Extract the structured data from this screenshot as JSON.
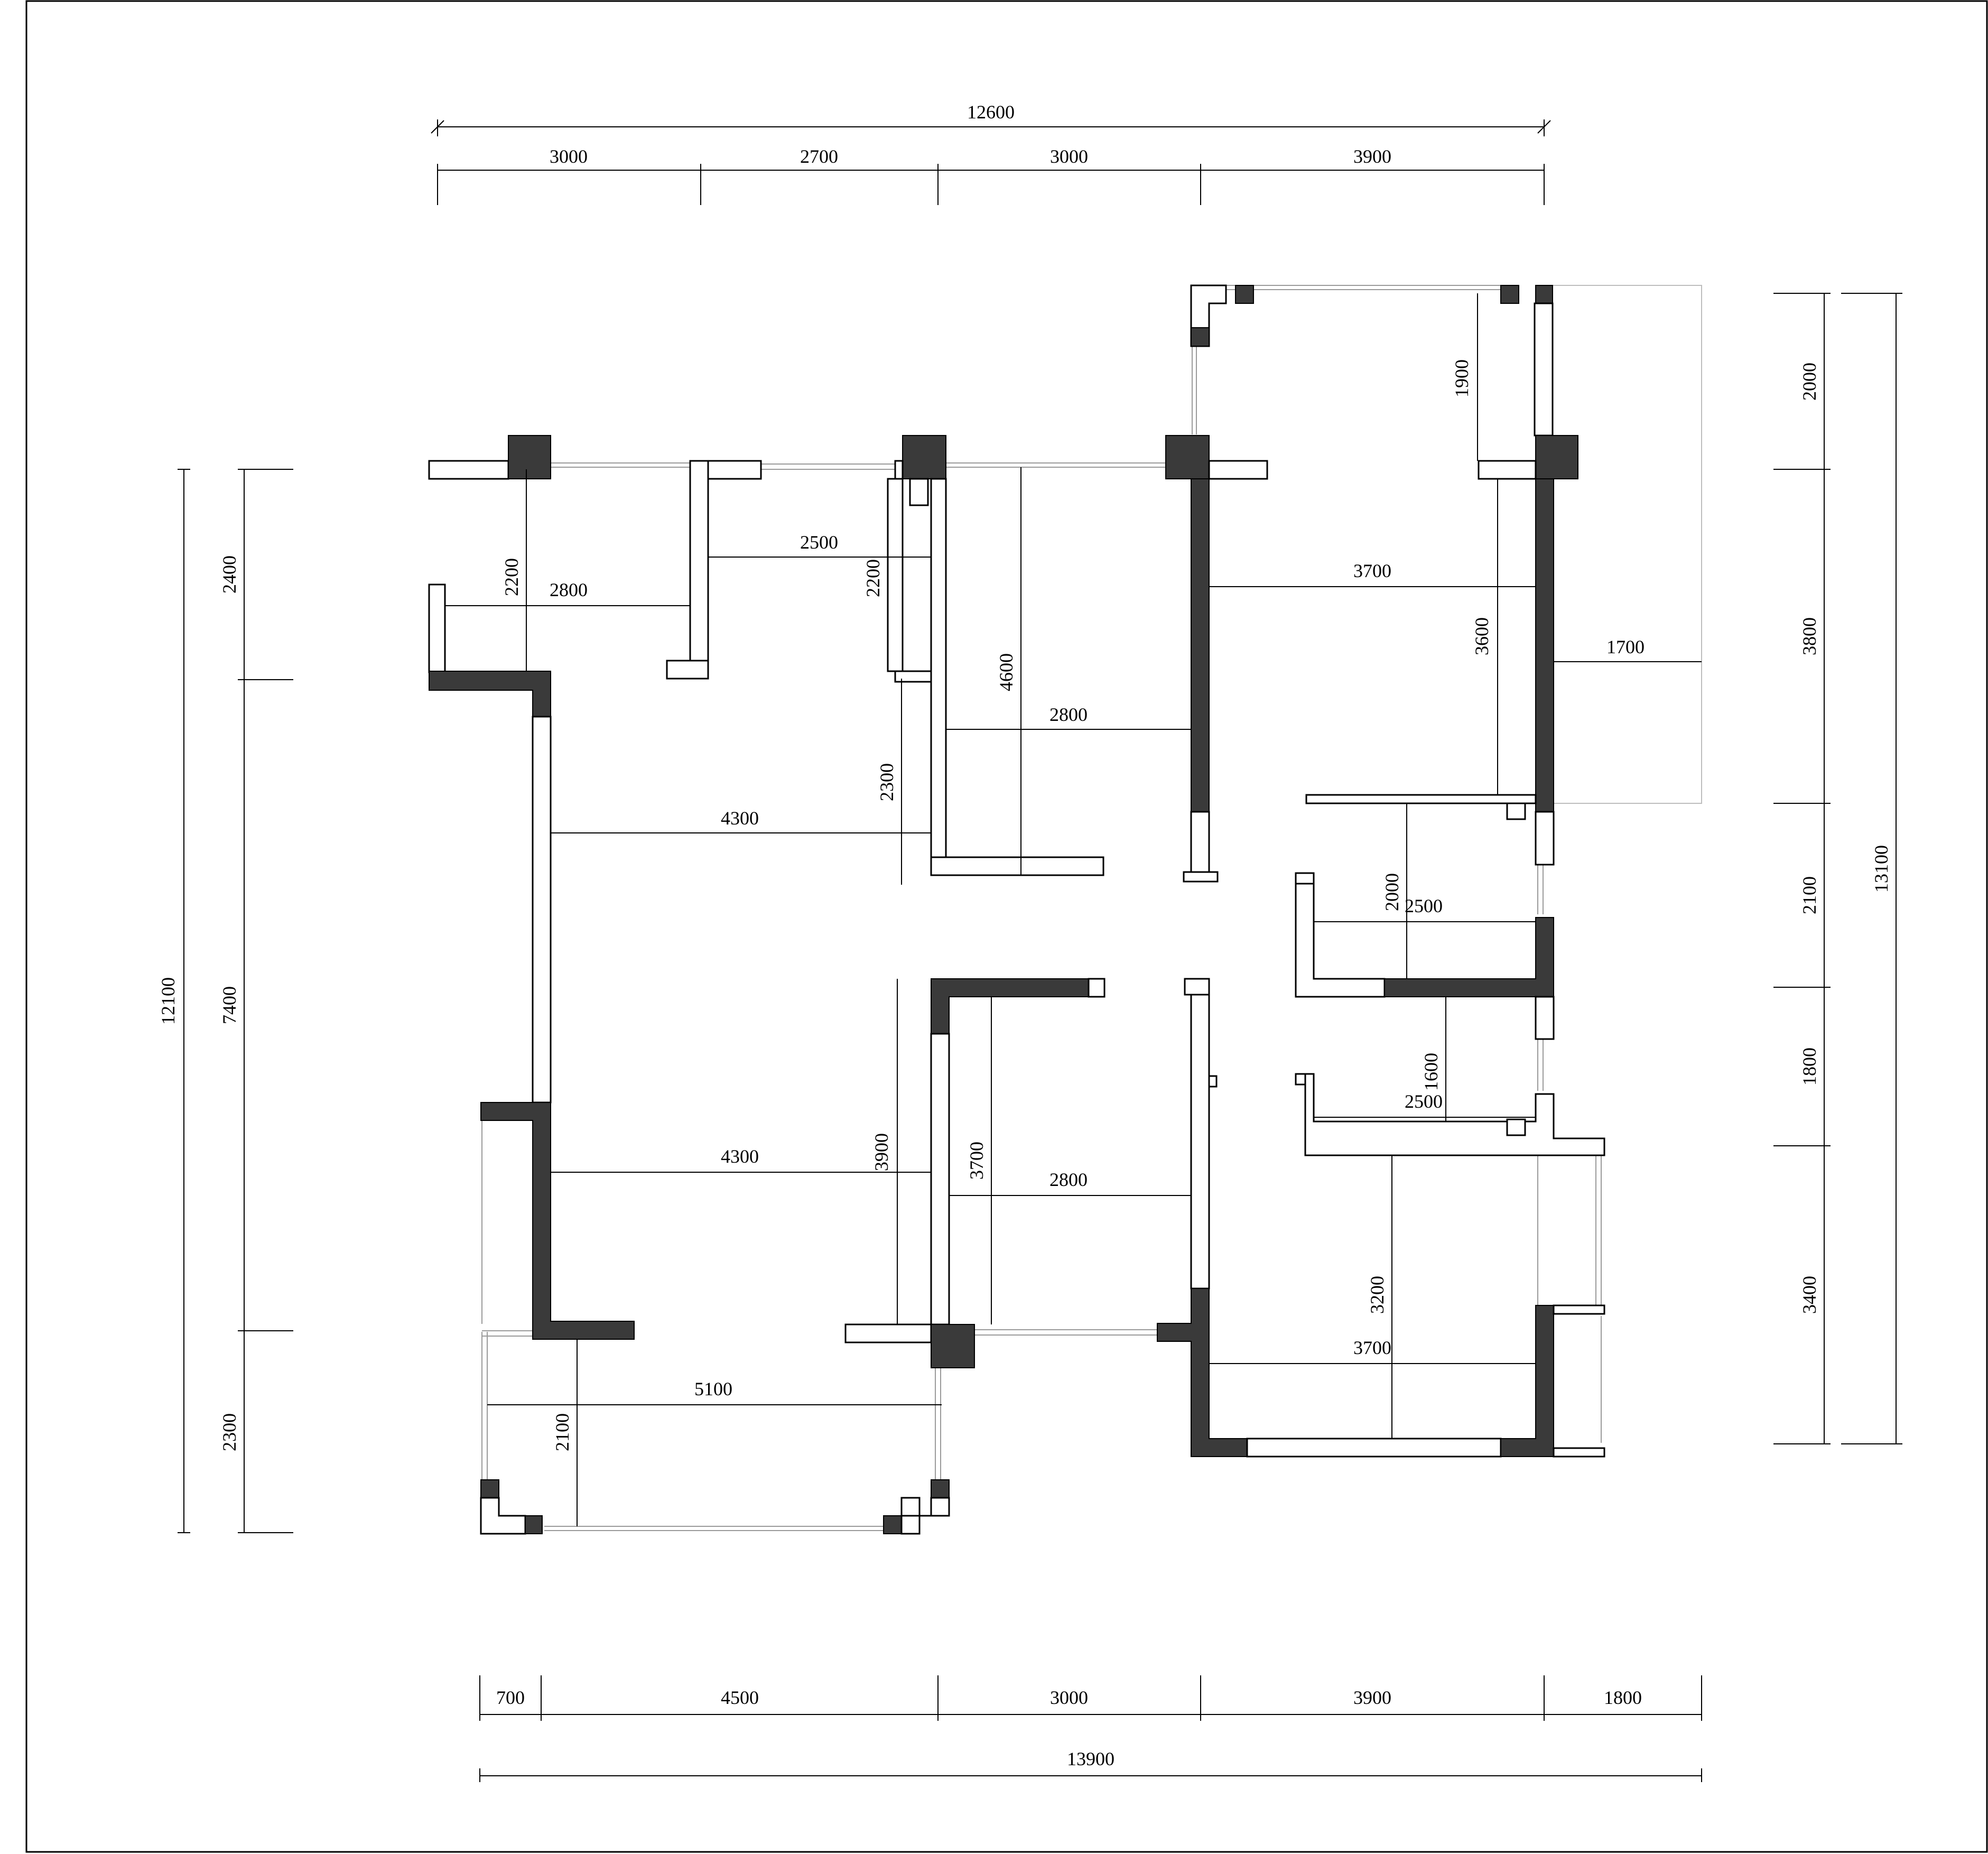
{
  "dimensions": {
    "top": {
      "total": "12600",
      "segments": [
        "3000",
        "2700",
        "3000",
        "3900"
      ]
    },
    "bottom": {
      "segments": [
        "700",
        "4500",
        "3000",
        "3900",
        "1800"
      ],
      "total": "13900"
    },
    "left": {
      "total": "12100",
      "segments": [
        "2400",
        "7400",
        "2300"
      ]
    },
    "right": {
      "total": "13100",
      "segments": [
        "2000",
        "3800",
        "2100",
        "1800",
        "3400"
      ]
    },
    "interior": {
      "room_a_height": "2200",
      "room_a_width": "2800",
      "room_b_width": "2500",
      "room_b_height": "2200",
      "room_c_height": "4600",
      "room_c_width": "2800",
      "room_d_width": "4300",
      "room_d_height": "2300",
      "room_e_top": "1900",
      "room_e_width": "3700",
      "room_e_height": "3600",
      "room_e_side": "1700",
      "bath_1_height": "2000",
      "bath_1_width": "2500",
      "bath_2_height": "1600",
      "bath_2_width": "2500",
      "room_f_width": "4300",
      "room_f_height": "3900",
      "room_g_height": "3700",
      "room_g_width": "2800",
      "room_h_height": "3200",
      "room_h_width": "3700",
      "balcony_width": "5100",
      "balcony_height": "2100"
    }
  }
}
